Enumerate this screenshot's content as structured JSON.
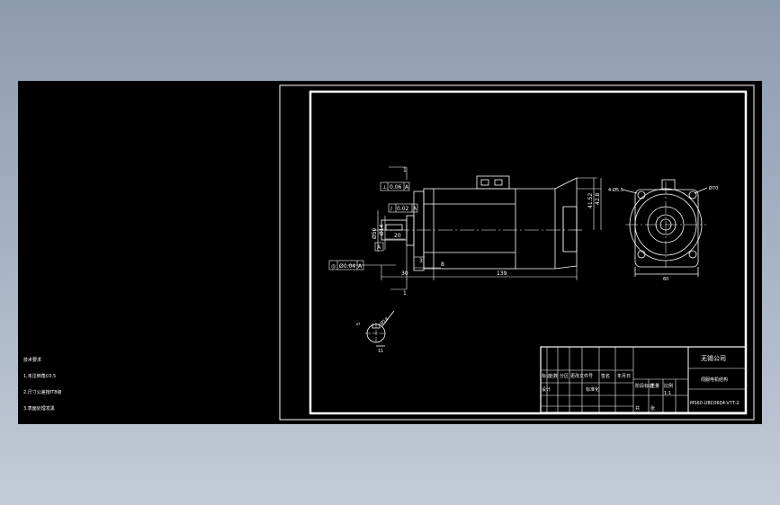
{
  "notes": {
    "title": "技术要求",
    "line1": "1.未注倒角C0.5",
    "line2": "2.尺寸公差按IT8级",
    "line3": "3.表面处理发黑"
  },
  "dims": {
    "tol1": "0.06",
    "tol1_ref": "A",
    "tol2": "0.02",
    "tol2_ref": "A",
    "tol3": "Ø0.04",
    "tol3_ref": "A",
    "datum": "A",
    "d_shaft": "Ø14",
    "d_pilot": "Ø50",
    "len_key": "20",
    "len_step": "3",
    "len_shaft": "30",
    "len_flange": "8",
    "len_body": "139",
    "h1": "41.52",
    "h2": "42.8",
    "holes": "4-Ø5.5",
    "pcd": "Ø70",
    "width": "60",
    "section_mark": "1",
    "sec_d": "5",
    "sec_h": "11",
    "sec_w": "Ø14"
  },
  "title_block": {
    "company": "无锡公司",
    "part_name": "伺服电机结构",
    "drawing_no": "MS60-UBC0604-V7T-2",
    "headers": [
      "标记",
      "处数",
      "分区",
      "更改文件号",
      "签名",
      "年月日"
    ],
    "row2": [
      "设计",
      "标准化"
    ],
    "stage_label": "阶段标记",
    "weight_label": "重量",
    "scale_label": "比例",
    "scale_value": "1:1",
    "sheet_label": "共",
    "sheet_label2": "张"
  }
}
